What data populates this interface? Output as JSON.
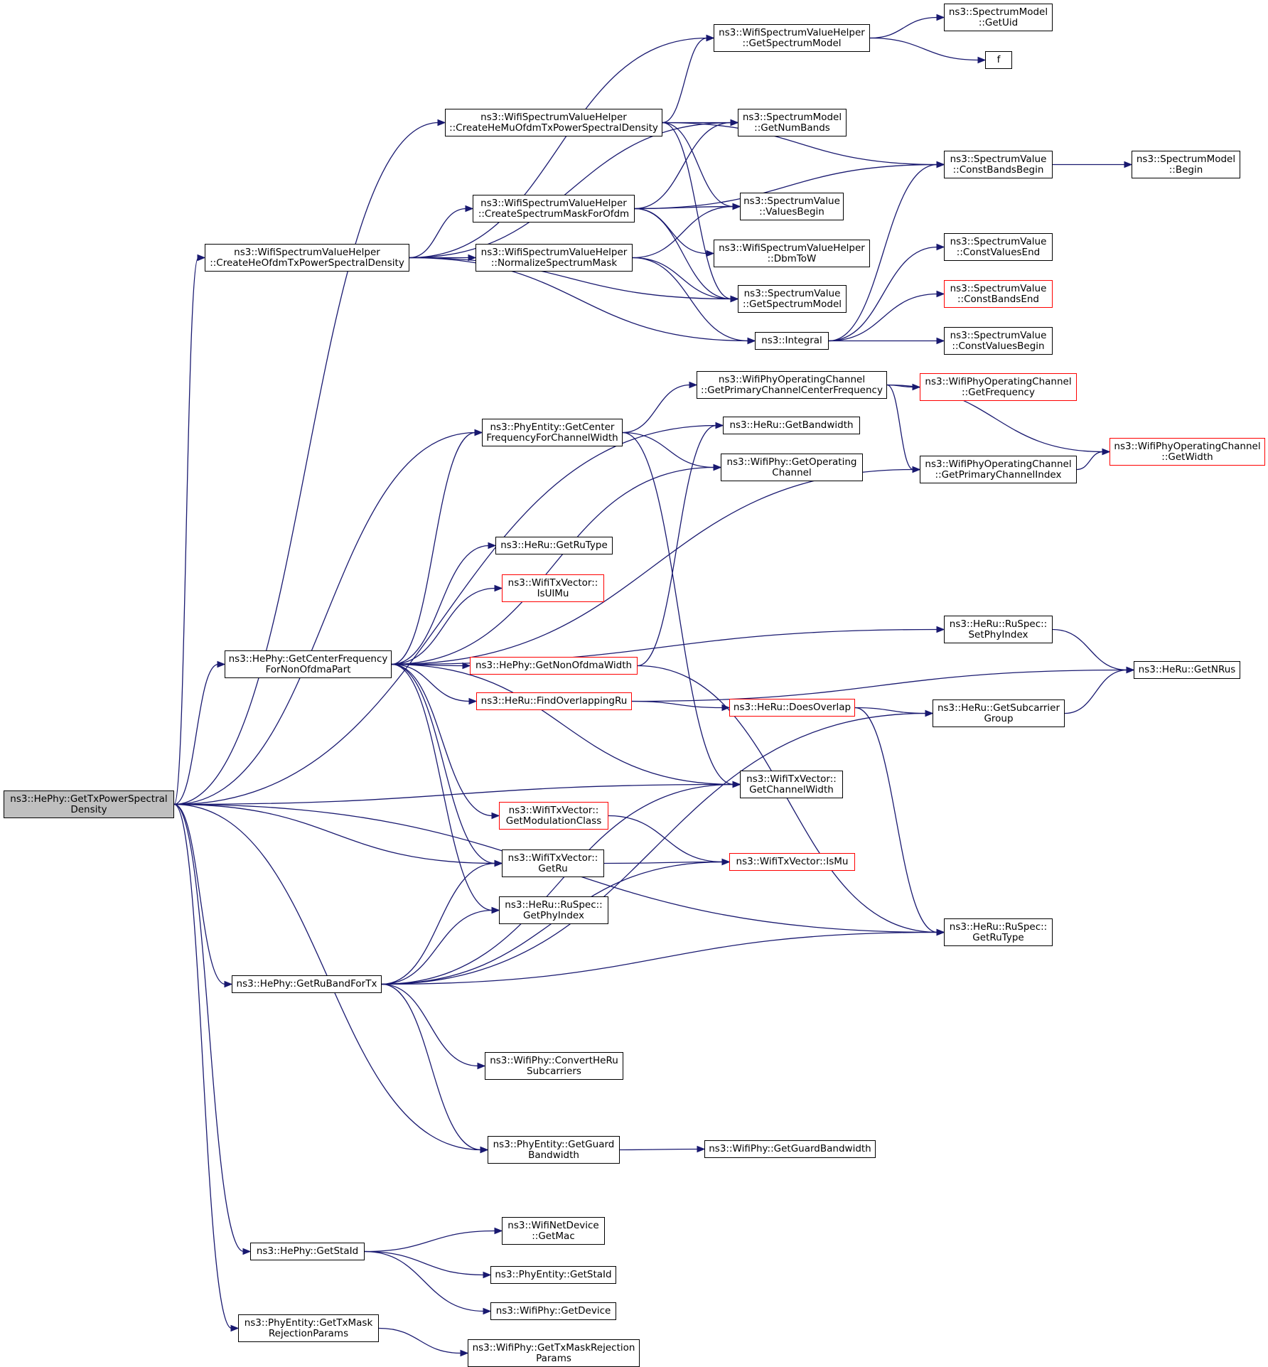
{
  "colors": {
    "edge": "#191970",
    "border": "#000000",
    "border_incomplete": "#ff0000",
    "root_fill": "#bfbfbf"
  },
  "nodes": [
    {
      "id": "root",
      "lines": [
        "ns3::HePhy::GetTxPowerSpectral",
        "Density"
      ],
      "style": "root"
    },
    {
      "id": "createHeOfdm",
      "lines": [
        "ns3::WifiSpectrumValueHelper",
        "::CreateHeOfdmTxPowerSpectralDensity"
      ]
    },
    {
      "id": "getCenterFreqNonOfdma",
      "lines": [
        "ns3::HePhy::GetCenterFrequency",
        "ForNonOfdmaPart"
      ]
    },
    {
      "id": "getRuBandForTx",
      "lines": [
        "ns3::HePhy::GetRuBandForTx"
      ]
    },
    {
      "id": "getStaId",
      "lines": [
        "ns3::HePhy::GetStaId"
      ]
    },
    {
      "id": "getTxMaskRejection",
      "lines": [
        "ns3::PhyEntity::GetTxMask",
        "RejectionParams"
      ]
    },
    {
      "id": "createHeMu",
      "lines": [
        "ns3::WifiSpectrumValueHelper",
        "::CreateHeMuOfdmTxPowerSpectralDensity"
      ]
    },
    {
      "id": "createMask",
      "lines": [
        "ns3::WifiSpectrumValueHelper",
        "::CreateSpectrumMaskForOfdm"
      ]
    },
    {
      "id": "normalizeMask",
      "lines": [
        "ns3::WifiSpectrumValueHelper",
        "::NormalizeSpectrumMask"
      ]
    },
    {
      "id": "phyEntityCenterFreq",
      "lines": [
        "ns3::PhyEntity::GetCenter",
        "FrequencyForChannelWidth"
      ]
    },
    {
      "id": "heRuGetRuType",
      "lines": [
        "ns3::HeRu::GetRuType"
      ]
    },
    {
      "id": "isUlMu",
      "lines": [
        "ns3::WifiTxVector::",
        "IsUlMu"
      ],
      "style": "red"
    },
    {
      "id": "getNonOfdmaWidth",
      "lines": [
        "ns3::HePhy::GetNonOfdmaWidth"
      ],
      "style": "red"
    },
    {
      "id": "findOverlappingRu",
      "lines": [
        "ns3::HeRu::FindOverlappingRu"
      ],
      "style": "red"
    },
    {
      "id": "getModulationClass",
      "lines": [
        "ns3::WifiTxVector::",
        "GetModulationClass"
      ],
      "style": "red"
    },
    {
      "id": "txGetRu",
      "lines": [
        "ns3::WifiTxVector::",
        "GetRu"
      ]
    },
    {
      "id": "ruSpecGetPhyIndex",
      "lines": [
        "ns3::HeRu::RuSpec::",
        "GetPhyIndex"
      ]
    },
    {
      "id": "convertHeRu",
      "lines": [
        "ns3::WifiPhy::ConvertHeRu",
        "Subcarriers"
      ]
    },
    {
      "id": "phyEntityGuardBw",
      "lines": [
        "ns3::PhyEntity::GetGuard",
        "Bandwidth"
      ]
    },
    {
      "id": "getMac",
      "lines": [
        "ns3::WifiNetDevice",
        "::GetMac"
      ]
    },
    {
      "id": "phyEntityGetStaId",
      "lines": [
        "ns3::PhyEntity::GetStaId"
      ]
    },
    {
      "id": "getDevice",
      "lines": [
        "ns3::WifiPhy::GetDevice"
      ]
    },
    {
      "id": "wifiPhyTxMaskRejection",
      "lines": [
        "ns3::WifiPhy::GetTxMaskRejection",
        "Params"
      ]
    },
    {
      "id": "getSpectrumModelHelper",
      "lines": [
        "ns3::WifiSpectrumValueHelper",
        "::GetSpectrumModel"
      ]
    },
    {
      "id": "getNumBands",
      "lines": [
        "ns3::SpectrumModel",
        "::GetNumBands"
      ]
    },
    {
      "id": "valuesBegin",
      "lines": [
        "ns3::SpectrumValue",
        "::ValuesBegin"
      ]
    },
    {
      "id": "dbmToW",
      "lines": [
        "ns3::WifiSpectrumValueHelper",
        "::DbmToW"
      ]
    },
    {
      "id": "svGetSpectrumModel",
      "lines": [
        "ns3::SpectrumValue",
        "::GetSpectrumModel"
      ]
    },
    {
      "id": "integral",
      "lines": [
        "ns3::Integral"
      ]
    },
    {
      "id": "primaryCenterFreq",
      "lines": [
        "ns3::WifiPhyOperatingChannel",
        "::GetPrimaryChannelCenterFrequency"
      ]
    },
    {
      "id": "heRuGetBandwidth",
      "lines": [
        "ns3::HeRu::GetBandwidth"
      ]
    },
    {
      "id": "getOperatingChannel",
      "lines": [
        "ns3::WifiPhy::GetOperating",
        "Channel"
      ]
    },
    {
      "id": "doesOverlap",
      "lines": [
        "ns3::HeRu::DoesOverlap"
      ],
      "style": "red"
    },
    {
      "id": "txGetChannelWidth",
      "lines": [
        "ns3::WifiTxVector::",
        "GetChannelWidth"
      ]
    },
    {
      "id": "isMu",
      "lines": [
        "ns3::WifiTxVector::IsMu"
      ],
      "style": "red"
    },
    {
      "id": "getGuardBandwidth",
      "lines": [
        "ns3::WifiPhy::GetGuardBandwidth"
      ]
    },
    {
      "id": "getUid",
      "lines": [
        "ns3::SpectrumModel",
        "::GetUid"
      ]
    },
    {
      "id": "f",
      "lines": [
        "f"
      ]
    },
    {
      "id": "constBandsBegin",
      "lines": [
        "ns3::SpectrumValue",
        "::ConstBandsBegin"
      ]
    },
    {
      "id": "constValuesEnd",
      "lines": [
        "ns3::SpectrumValue",
        "::ConstValuesEnd"
      ]
    },
    {
      "id": "constBandsEnd",
      "lines": [
        "ns3::SpectrumValue",
        "::ConstBandsEnd"
      ],
      "style": "red"
    },
    {
      "id": "constValuesBegin",
      "lines": [
        "ns3::SpectrumValue",
        "::ConstValuesBegin"
      ]
    },
    {
      "id": "opGetFrequency",
      "lines": [
        "ns3::WifiPhyOperatingChannel",
        "::GetFrequency"
      ],
      "style": "red"
    },
    {
      "id": "opPrimaryIndex",
      "lines": [
        "ns3::WifiPhyOperatingChannel",
        "::GetPrimaryChannelIndex"
      ]
    },
    {
      "id": "setPhyIndex",
      "lines": [
        "ns3::HeRu::RuSpec::",
        "SetPhyIndex"
      ]
    },
    {
      "id": "getSubcarrierGroup",
      "lines": [
        "ns3::HeRu::GetSubcarrier",
        "Group"
      ]
    },
    {
      "id": "ruSpecGetRuType",
      "lines": [
        "ns3::HeRu::RuSpec::",
        "GetRuType"
      ]
    },
    {
      "id": "smBegin",
      "lines": [
        "ns3::SpectrumModel",
        "::Begin"
      ]
    },
    {
      "id": "opGetWidth",
      "lines": [
        "ns3::WifiPhyOperatingChannel",
        "::GetWidth"
      ],
      "style": "red"
    },
    {
      "id": "getNRus",
      "lines": [
        "ns3::HeRu::GetNRus"
      ]
    }
  ],
  "edges": [
    [
      "root",
      "createHeOfdm"
    ],
    [
      "root",
      "getCenterFreqNonOfdma"
    ],
    [
      "root",
      "getRuBandForTx"
    ],
    [
      "root",
      "getStaId"
    ],
    [
      "root",
      "getTxMaskRejection"
    ],
    [
      "root",
      "createHeMu"
    ],
    [
      "root",
      "phyEntityCenterFreq"
    ],
    [
      "root",
      "heRuGetBandwidth"
    ],
    [
      "root",
      "txGetChannelWidth"
    ],
    [
      "root",
      "txGetRu"
    ],
    [
      "root",
      "phyEntityGuardBw"
    ],
    [
      "root",
      "ruSpecGetRuType"
    ],
    [
      "createHeOfdm",
      "getSpectrumModelHelper"
    ],
    [
      "createHeOfdm",
      "createMask"
    ],
    [
      "createHeOfdm",
      "normalizeMask"
    ],
    [
      "createHeOfdm",
      "svGetSpectrumModel"
    ],
    [
      "createHeOfdm",
      "integral"
    ],
    [
      "createHeOfdm",
      "getNumBands"
    ],
    [
      "createHeMu",
      "getSpectrumModelHelper"
    ],
    [
      "createHeMu",
      "getNumBands"
    ],
    [
      "createHeMu",
      "constBandsBegin"
    ],
    [
      "createHeMu",
      "valuesBegin"
    ],
    [
      "createHeMu",
      "svGetSpectrumModel"
    ],
    [
      "createMask",
      "getNumBands"
    ],
    [
      "createMask",
      "constBandsBegin"
    ],
    [
      "createMask",
      "valuesBegin"
    ],
    [
      "createMask",
      "dbmToW"
    ],
    [
      "createMask",
      "svGetSpectrumModel"
    ],
    [
      "normalizeMask",
      "valuesBegin"
    ],
    [
      "normalizeMask",
      "svGetSpectrumModel"
    ],
    [
      "normalizeMask",
      "integral"
    ],
    [
      "getSpectrumModelHelper",
      "getUid"
    ],
    [
      "getSpectrumModelHelper",
      "f"
    ],
    [
      "integral",
      "constBandsBegin"
    ],
    [
      "integral",
      "constValuesEnd"
    ],
    [
      "integral",
      "constBandsEnd"
    ],
    [
      "integral",
      "constValuesBegin"
    ],
    [
      "constBandsBegin",
      "smBegin"
    ],
    [
      "phyEntityCenterFreq",
      "primaryCenterFreq"
    ],
    [
      "phyEntityCenterFreq",
      "getOperatingChannel"
    ],
    [
      "phyEntityCenterFreq",
      "txGetChannelWidth"
    ],
    [
      "primaryCenterFreq",
      "opGetFrequency"
    ],
    [
      "primaryCenterFreq",
      "opGetWidth"
    ],
    [
      "primaryCenterFreq",
      "opPrimaryIndex"
    ],
    [
      "opPrimaryIndex",
      "opGetWidth"
    ],
    [
      "getCenterFreqNonOfdma",
      "phyEntityCenterFreq"
    ],
    [
      "getCenterFreqNonOfdma",
      "getOperatingChannel"
    ],
    [
      "getCenterFreqNonOfdma",
      "opPrimaryIndex"
    ],
    [
      "getCenterFreqNonOfdma",
      "heRuGetRuType"
    ],
    [
      "getCenterFreqNonOfdma",
      "isUlMu"
    ],
    [
      "getCenterFreqNonOfdma",
      "setPhyIndex"
    ],
    [
      "getCenterFreqNonOfdma",
      "getNonOfdmaWidth"
    ],
    [
      "getCenterFreqNonOfdma",
      "findOverlappingRu"
    ],
    [
      "getCenterFreqNonOfdma",
      "txGetChannelWidth"
    ],
    [
      "getCenterFreqNonOfdma",
      "getModulationClass"
    ],
    [
      "getCenterFreqNonOfdma",
      "txGetRu"
    ],
    [
      "getCenterFreqNonOfdma",
      "ruSpecGetPhyIndex"
    ],
    [
      "getNonOfdmaWidth",
      "heRuGetBandwidth"
    ],
    [
      "getNonOfdmaWidth",
      "ruSpecGetRuType"
    ],
    [
      "findOverlappingRu",
      "getNRus"
    ],
    [
      "findOverlappingRu",
      "doesOverlap"
    ],
    [
      "doesOverlap",
      "getSubcarrierGroup"
    ],
    [
      "doesOverlap",
      "ruSpecGetRuType"
    ],
    [
      "setPhyIndex",
      "getNRus"
    ],
    [
      "getSubcarrierGroup",
      "getNRus"
    ],
    [
      "getModulationClass",
      "isMu"
    ],
    [
      "txGetRu",
      "isMu"
    ],
    [
      "getRuBandForTx",
      "txGetRu"
    ],
    [
      "getRuBandForTx",
      "ruSpecGetPhyIndex"
    ],
    [
      "getRuBandForTx",
      "txGetChannelWidth"
    ],
    [
      "getRuBandForTx",
      "isMu"
    ],
    [
      "getRuBandForTx",
      "getSubcarrierGroup"
    ],
    [
      "getRuBandForTx",
      "convertHeRu"
    ],
    [
      "getRuBandForTx",
      "ruSpecGetRuType"
    ],
    [
      "getRuBandForTx",
      "phyEntityGuardBw"
    ],
    [
      "phyEntityGuardBw",
      "getGuardBandwidth"
    ],
    [
      "getStaId",
      "getMac"
    ],
    [
      "getStaId",
      "phyEntityGetStaId"
    ],
    [
      "getStaId",
      "getDevice"
    ],
    [
      "getTxMaskRejection",
      "wifiPhyTxMaskRejection"
    ]
  ]
}
